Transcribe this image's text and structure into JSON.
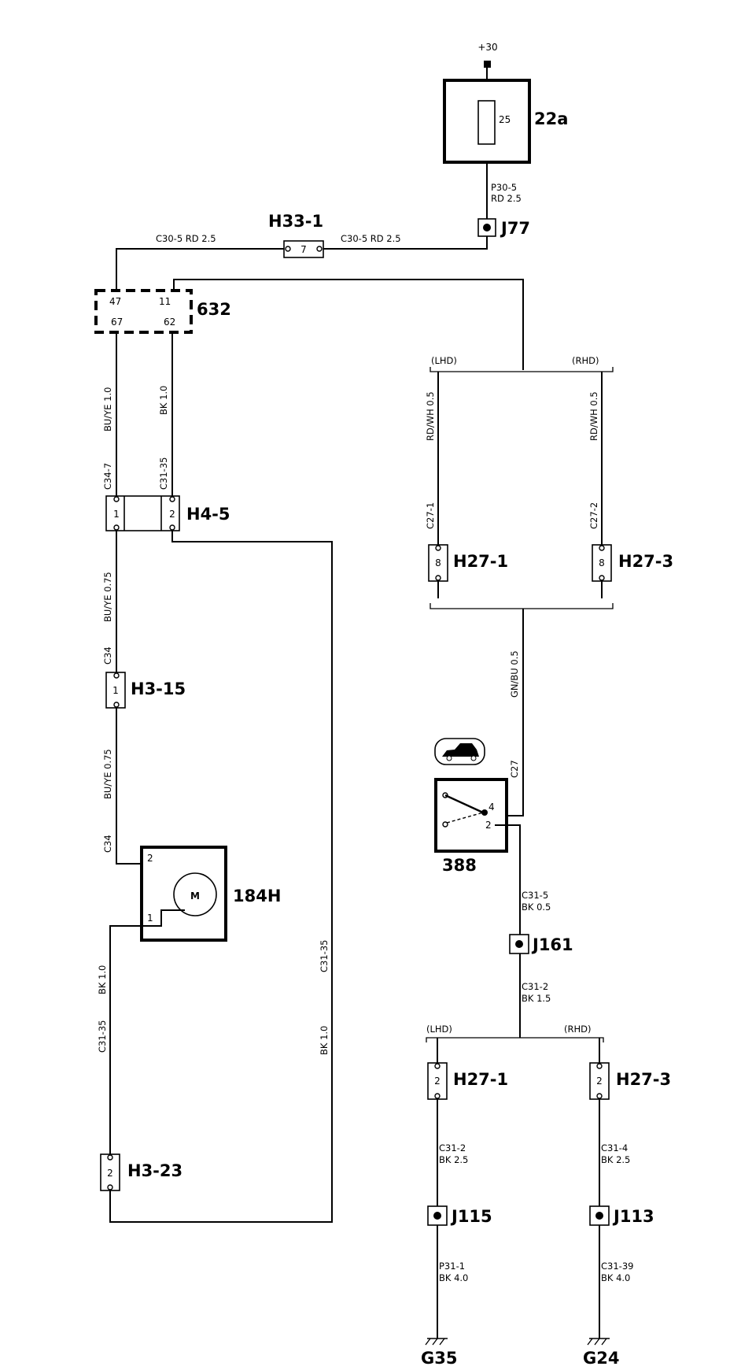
{
  "supply": "+30",
  "fuse": {
    "id": "22a",
    "rating": "25"
  },
  "relay_box": {
    "id": "632",
    "pins": [
      "47",
      "11",
      "67",
      "62"
    ]
  },
  "connectors": {
    "h33_1": {
      "id": "H33-1",
      "pin": "7"
    },
    "h4_5": {
      "id": "H4-5",
      "pins": [
        "1",
        "2"
      ]
    },
    "h3_15": {
      "id": "H3-15",
      "pin": "1"
    },
    "h3_23": {
      "id": "H3-23",
      "pin": "2"
    },
    "h27_1_top": {
      "id": "H27-1",
      "pin": "8"
    },
    "h27_3_top": {
      "id": "H27-3",
      "pin": "8"
    },
    "h27_1_bot": {
      "id": "H27-1",
      "pin": "2"
    },
    "h27_3_bot": {
      "id": "H27-3",
      "pin": "2"
    }
  },
  "junctions": {
    "j77": "J77",
    "j161": "J161",
    "j115": "J115",
    "j113": "J113"
  },
  "motor": {
    "id": "184H",
    "symbol": "M",
    "pins": [
      "2",
      "1"
    ]
  },
  "switch": {
    "id": "388",
    "pins": [
      "4",
      "2"
    ]
  },
  "grounds": {
    "g35": "G35",
    "g24": "G24"
  },
  "variants": {
    "lhd": "(LHD)",
    "rhd": "(RHD)"
  },
  "wires": {
    "p30_5": [
      "P30-5",
      "RD 2.5"
    ],
    "c30_5_left": "C30-5   RD 2.5",
    "c30_5_right": "C30-5   RD 2.5",
    "bu_ye_1_0": "BU/YE  1.0",
    "c34_7": "C34-7",
    "bk_1_0_a": "BK  1.0",
    "c31_35_a": "C31-35",
    "bu_ye_075_a": "BU/YE  0.75",
    "c34_a": "C34",
    "bu_ye_075_b": "BU/YE  0.75",
    "c34_b": "C34",
    "bk_1_0_b": "BK  1.0",
    "c31_35_b": "C31-35",
    "bk_1_0_c": "BK  1.0",
    "c31_35_c": "C31-35",
    "rd_wh_l": "RD/WH  0.5",
    "c27_1": "C27-1",
    "rd_wh_r": "RD/WH  0.5",
    "c27_2": "C27-2",
    "gn_bu": "GN/BU  0.5",
    "c27": "C27",
    "c31_5": [
      "C31-5",
      "BK  0.5"
    ],
    "c31_2_a": [
      "C31-2",
      "BK  1.5"
    ],
    "c31_2_b": [
      "C31-2",
      "BK  2.5"
    ],
    "c31_4": [
      "C31-4",
      "BK  2.5"
    ],
    "p31_1": [
      "P31-1",
      "BK  4.0"
    ],
    "c31_39": [
      "C31-39",
      "BK  4.0"
    ]
  }
}
